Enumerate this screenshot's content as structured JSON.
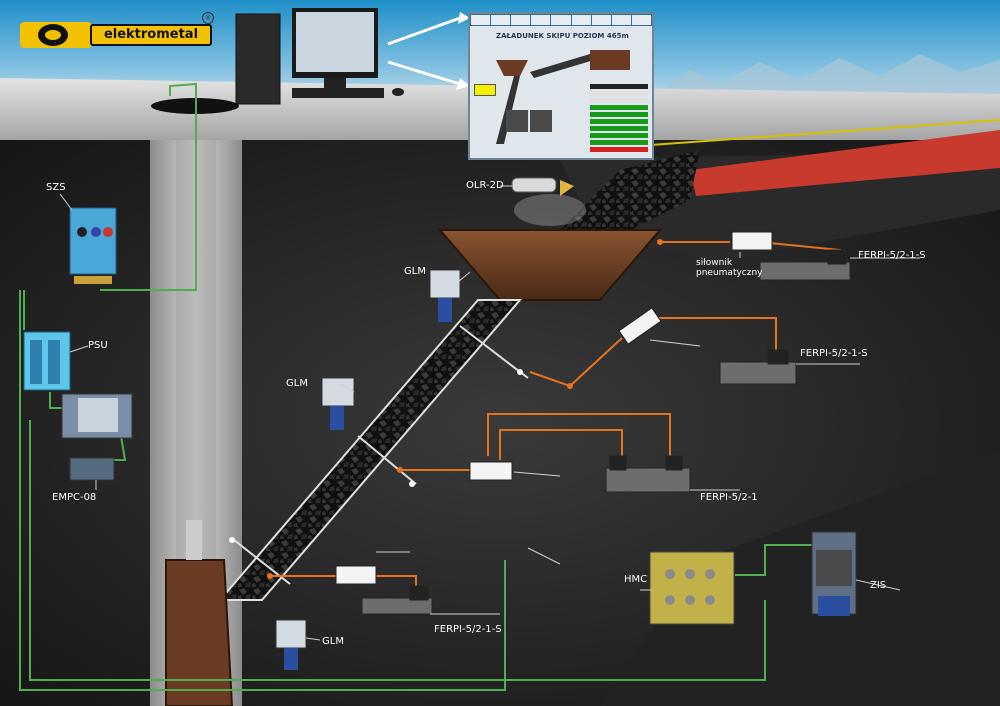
{
  "logo": {
    "text": "elektrometal",
    "registered": "®"
  },
  "hmi": {
    "title": "ZAŁADUNEK SKIPU POZIOM 465m",
    "tabs": [
      "",
      "",
      "",
      "",
      "",
      "",
      "",
      "",
      ""
    ],
    "menu": [
      {
        "text": "",
        "color": "#222222"
      },
      {
        "text": "",
        "color": "#e0e0e0"
      },
      {
        "text": "",
        "color": "#e0e0e0"
      },
      {
        "text": "",
        "color": "#1a9a1a"
      },
      {
        "text": "",
        "color": "#1a9a1a"
      },
      {
        "text": "",
        "color": "#1a9a1a"
      },
      {
        "text": "",
        "color": "#1a9a1a"
      },
      {
        "text": "",
        "color": "#1a9a1a"
      },
      {
        "text": "",
        "color": "#1a9a1a"
      },
      {
        "text": "",
        "color": "#d32020"
      }
    ]
  },
  "labels": {
    "szs": "SZS",
    "psu": "PSU",
    "empc": "EMPC-08",
    "olr": "OLR-2D",
    "silownik_line1": "siłownik",
    "silownik_line2": "pneumatyczny",
    "ferpi_1": "FERPI-5/2-1-S",
    "ferpi_2": "FERPI-5/2-1-S",
    "ferpi_3": "FERPI-5/2-1",
    "ferpi_4": "FERPI-5/2-1-S",
    "glm_1": "GLM",
    "glm_2": "GLM",
    "glm_3": "GLM",
    "hmc": "HMC",
    "zis": "ZIS"
  },
  "colors": {
    "cable_green": "#4fae4f",
    "hose_orange": "#e8731e",
    "logo_yellow": "#f2c200",
    "conveyor_red": "#c8392e"
  }
}
